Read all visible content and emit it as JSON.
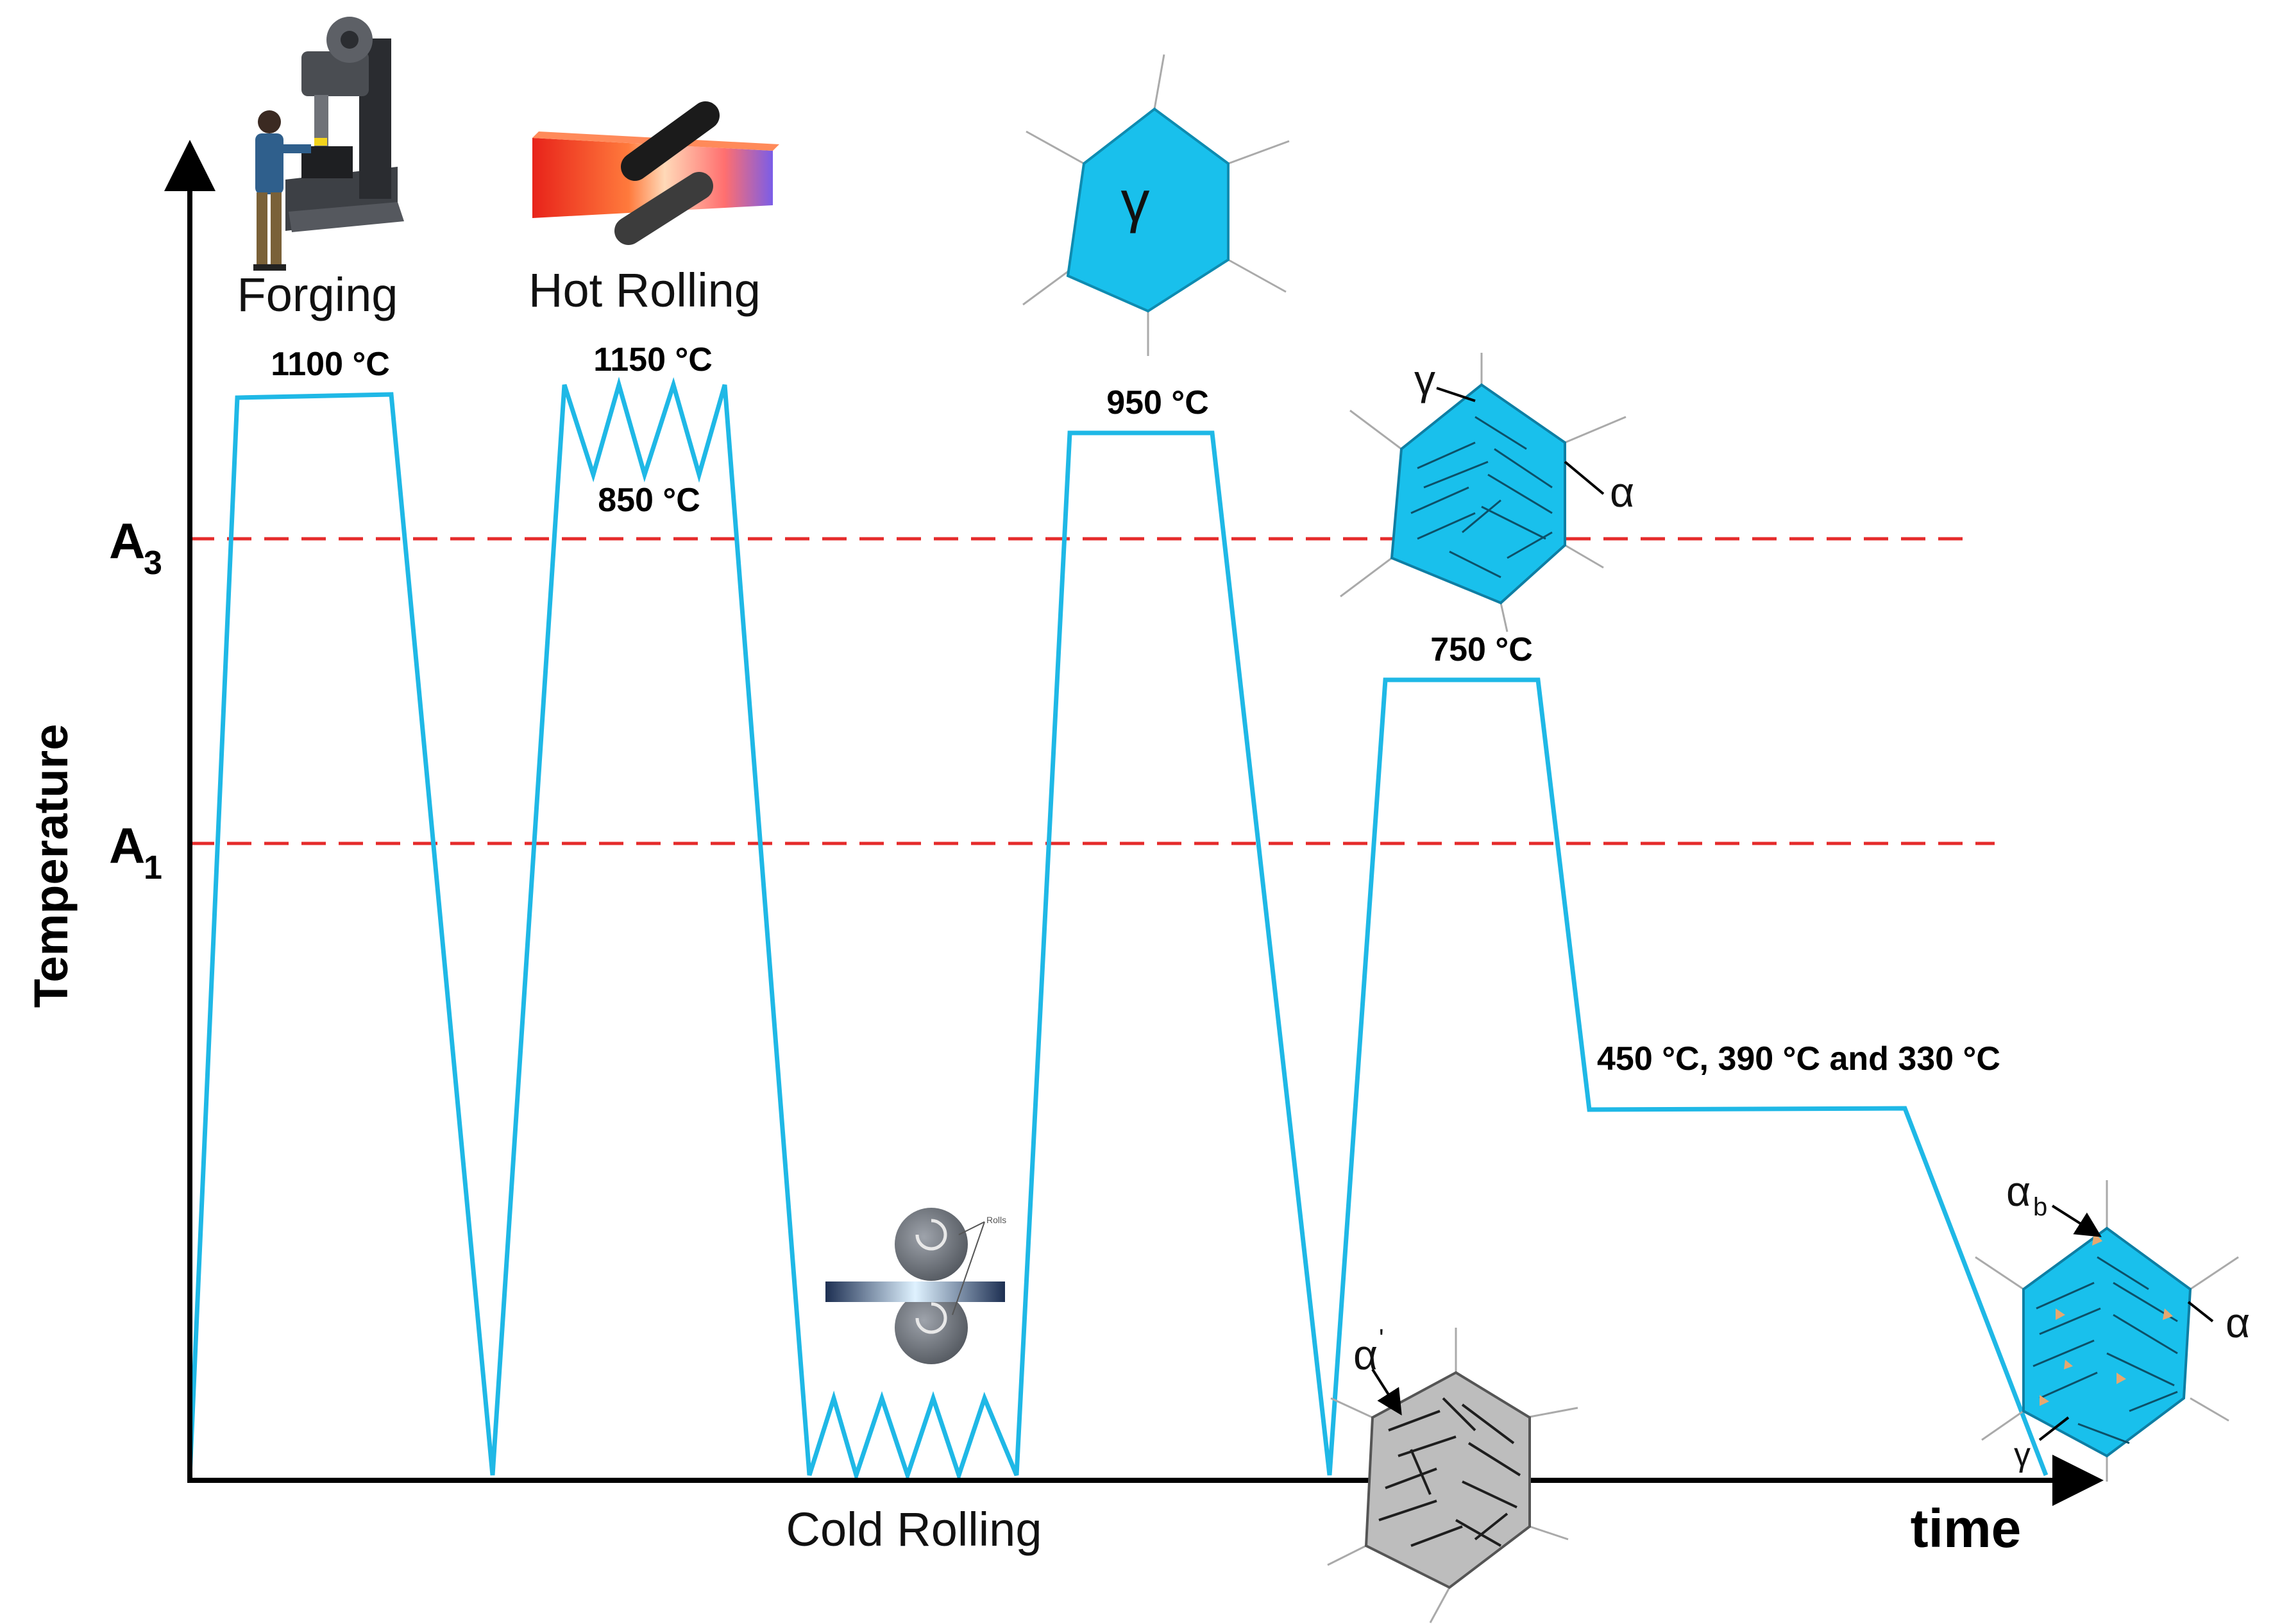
{
  "axes": {
    "y_label": "Temperature",
    "x_label": "time"
  },
  "reference_lines": [
    {
      "label_main": "A",
      "label_sub": "3",
      "color": "#e52b2b"
    },
    {
      "label_main": "A",
      "label_sub": "1",
      "color": "#e52b2b"
    }
  ],
  "profile_color": "#1fb8e6",
  "steps": {
    "forging": {
      "name": "Forging",
      "temp": "1100 °C"
    },
    "hot_rolling": {
      "name": "Hot Rolling",
      "temp_high": "1150 °C",
      "temp_low": "850 °C"
    },
    "cold_rolling": {
      "name": "Cold Rolling",
      "roll_tag": "Rolls"
    },
    "austenitizing": {
      "temp": "950 °C"
    },
    "intercritical": {
      "temp": "750 °C"
    },
    "austempering": {
      "temp": "450 °C, 390 °C and 330 °C"
    }
  },
  "microstructures": {
    "austenite": {
      "phase": "γ",
      "color": "#19c0ec"
    },
    "intercritical": {
      "gamma": "γ",
      "alpha": "α",
      "color": "#19c0ec"
    },
    "martensite": {
      "phase": "α",
      "prime": "'",
      "color": "#bdbdbd"
    },
    "final": {
      "alpha_b_main": "α",
      "alpha_b_sub": "b",
      "alpha": "α",
      "gamma": "γ",
      "color": "#19c0ec"
    }
  }
}
